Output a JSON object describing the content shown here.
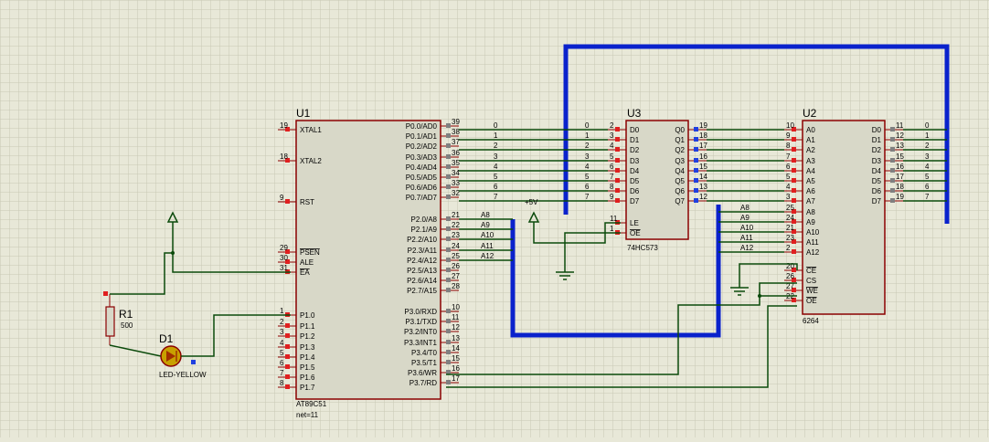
{
  "u1": {
    "ref": "U1",
    "part": "AT89C51",
    "extra": "net=11",
    "left_pins": [
      {
        "num": "19",
        "name": "XTAL1"
      },
      {
        "num": "18",
        "name": "XTAL2"
      },
      {
        "num": "9",
        "name": "RST"
      },
      {
        "num": "29",
        "name": "PSEN"
      },
      {
        "num": "30",
        "name": "ALE"
      },
      {
        "num": "31",
        "name": "EA"
      },
      {
        "num": "1",
        "name": "P1.0"
      },
      {
        "num": "2",
        "name": "P1.1"
      },
      {
        "num": "3",
        "name": "P1.2"
      },
      {
        "num": "4",
        "name": "P1.3"
      },
      {
        "num": "5",
        "name": "P1.4"
      },
      {
        "num": "6",
        "name": "P1.5"
      },
      {
        "num": "7",
        "name": "P1.6"
      },
      {
        "num": "8",
        "name": "P1.7"
      }
    ],
    "right_pins": [
      {
        "num": "39",
        "name": "P0.0/AD0"
      },
      {
        "num": "38",
        "name": "P0.1/AD1"
      },
      {
        "num": "37",
        "name": "P0.2/AD2"
      },
      {
        "num": "36",
        "name": "P0.3/AD3"
      },
      {
        "num": "35",
        "name": "P0.4/AD4"
      },
      {
        "num": "34",
        "name": "P0.5/AD5"
      },
      {
        "num": "33",
        "name": "P0.6/AD6"
      },
      {
        "num": "32",
        "name": "P0.7/AD7"
      },
      {
        "num": "21",
        "name": "P2.0/A8"
      },
      {
        "num": "22",
        "name": "P2.1/A9"
      },
      {
        "num": "23",
        "name": "P2.2/A10"
      },
      {
        "num": "24",
        "name": "P2.3/A11"
      },
      {
        "num": "25",
        "name": "P2.4/A12"
      },
      {
        "num": "26",
        "name": "P2.5/A13"
      },
      {
        "num": "27",
        "name": "P2.6/A14"
      },
      {
        "num": "28",
        "name": "P2.7/A15"
      },
      {
        "num": "10",
        "name": "P3.0/RXD"
      },
      {
        "num": "11",
        "name": "P3.1/TXD"
      },
      {
        "num": "12",
        "name": "P3.2/INT0"
      },
      {
        "num": "13",
        "name": "P3.3/INT1"
      },
      {
        "num": "14",
        "name": "P3.4/T0"
      },
      {
        "num": "15",
        "name": "P3.5/T1"
      },
      {
        "num": "16",
        "name": "P3.6/WR"
      },
      {
        "num": "17",
        "name": "P3.7/RD"
      }
    ]
  },
  "u3": {
    "ref": "U3",
    "part": "74HC573",
    "left_pins": [
      {
        "num": "2",
        "name": "D0"
      },
      {
        "num": "3",
        "name": "D1"
      },
      {
        "num": "4",
        "name": "D2"
      },
      {
        "num": "5",
        "name": "D3"
      },
      {
        "num": "6",
        "name": "D4"
      },
      {
        "num": "7",
        "name": "D5"
      },
      {
        "num": "8",
        "name": "D6"
      },
      {
        "num": "9",
        "name": "D7"
      },
      {
        "num": "11",
        "name": "LE"
      },
      {
        "num": "1",
        "name": "OE"
      }
    ],
    "right_pins": [
      {
        "num": "19",
        "name": "Q0"
      },
      {
        "num": "18",
        "name": "Q1"
      },
      {
        "num": "17",
        "name": "Q2"
      },
      {
        "num": "16",
        "name": "Q3"
      },
      {
        "num": "15",
        "name": "Q4"
      },
      {
        "num": "14",
        "name": "Q5"
      },
      {
        "num": "13",
        "name": "Q6"
      },
      {
        "num": "12",
        "name": "Q7"
      }
    ]
  },
  "u2": {
    "ref": "U2",
    "part": "6264",
    "left_pins": [
      {
        "num": "10",
        "name": "A0"
      },
      {
        "num": "9",
        "name": "A1"
      },
      {
        "num": "8",
        "name": "A2"
      },
      {
        "num": "7",
        "name": "A3"
      },
      {
        "num": "6",
        "name": "A4"
      },
      {
        "num": "5",
        "name": "A5"
      },
      {
        "num": "4",
        "name": "A6"
      },
      {
        "num": "3",
        "name": "A7"
      },
      {
        "num": "25",
        "name": "A8"
      },
      {
        "num": "24",
        "name": "A9"
      },
      {
        "num": "21",
        "name": "A10"
      },
      {
        "num": "23",
        "name": "A11"
      },
      {
        "num": "2",
        "name": "A12"
      },
      {
        "num": "20",
        "name": "CE"
      },
      {
        "num": "26",
        "name": "CS"
      },
      {
        "num": "27",
        "name": "WE"
      },
      {
        "num": "22",
        "name": "OE"
      }
    ],
    "right_pins": [
      {
        "num": "11",
        "name": "D0"
      },
      {
        "num": "12",
        "name": "D1"
      },
      {
        "num": "13",
        "name": "D2"
      },
      {
        "num": "15",
        "name": "D3"
      },
      {
        "num": "16",
        "name": "D4"
      },
      {
        "num": "17",
        "name": "D5"
      },
      {
        "num": "18",
        "name": "D6"
      },
      {
        "num": "19",
        "name": "D7"
      }
    ]
  },
  "r1": {
    "ref": "R1",
    "value": "500"
  },
  "d1": {
    "ref": "D1",
    "value": "LED-YELLOW"
  },
  "power_label": "+5V",
  "data_net_labels": [
    "0",
    "1",
    "2",
    "3",
    "4",
    "5",
    "6",
    "7"
  ],
  "addr_net_labels": [
    "A8",
    "A9",
    "A10",
    "A11",
    "A12"
  ],
  "colors": {
    "wire": "#0b4a0b",
    "bus": "#0a22cc",
    "body": "#d8d8c8",
    "outline": "#8b0000",
    "grid": "#c8c8b4"
  }
}
